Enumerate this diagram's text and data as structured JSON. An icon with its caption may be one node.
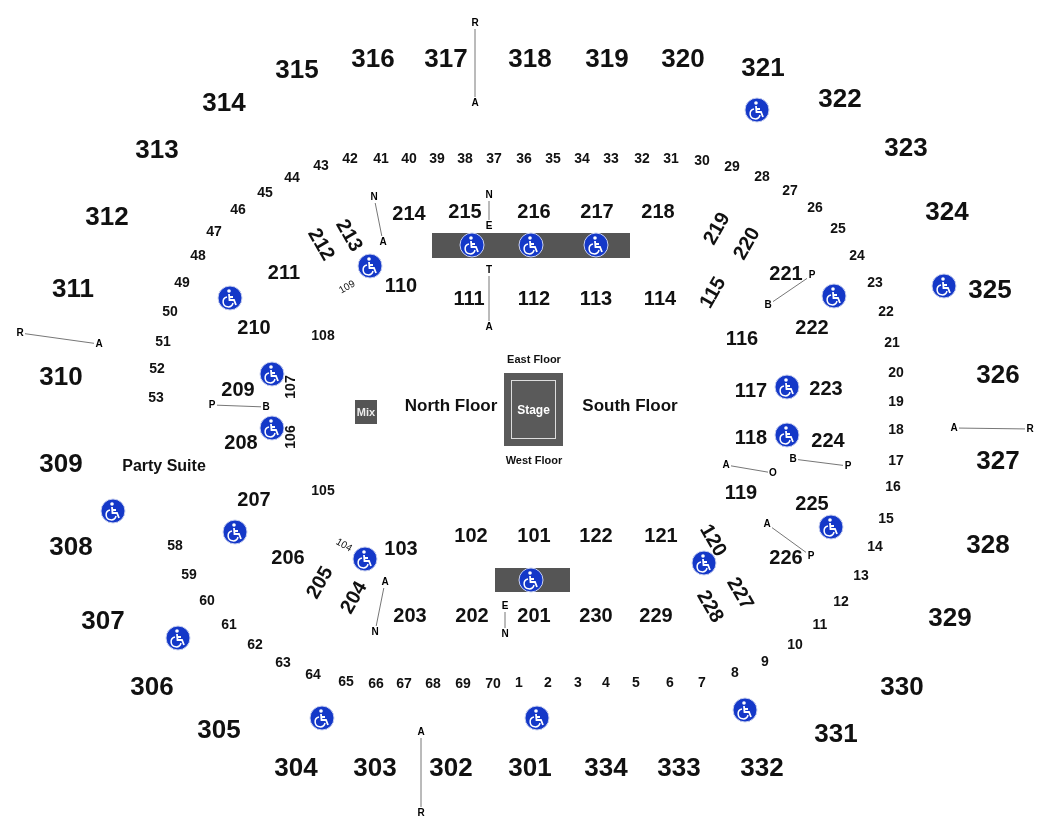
{
  "diagram": {
    "nodes": [
      {
        "text": [
          "R"
        ]
      },
      {
        "text": [
          "A"
        ]
      },
      {
        "text": [
          "N"
        ]
      },
      {
        "text": [
          "A"
        ]
      },
      {
        "text": [
          "N"
        ]
      },
      {
        "text": [
          "E"
        ]
      },
      {
        "text": [
          "T"
        ]
      },
      {
        "text": [
          "A"
        ]
      },
      {
        "text": [
          "R"
        ]
      },
      {
        "text": [
          "A"
        ]
      },
      {
        "text": [
          "P"
        ]
      },
      {
        "text": [
          "B"
        ]
      },
      {
        "text": [
          "P"
        ]
      },
      {
        "text": [
          "B"
        ]
      },
      {
        "text": [
          "A"
        ]
      },
      {
        "text": [
          "R"
        ]
      },
      {
        "text": [
          "A"
        ]
      },
      {
        "text": [
          "O"
        ]
      },
      {
        "text": [
          "B"
        ]
      },
      {
        "text": [
          "P"
        ]
      },
      {
        "text": [
          "A"
        ]
      },
      {
        "text": [
          "P"
        ]
      },
      {
        "text": [
          "A"
        ]
      },
      {
        "text": [
          "N"
        ]
      },
      {
        "text": [
          "E"
        ]
      },
      {
        "text": [
          "N"
        ]
      },
      {
        "text": [
          "A"
        ]
      },
      {
        "text": [
          "R"
        ]
      },
      {
        "text": [
          "Mix"
        ]
      },
      {
        "text": [
          "Stage"
        ]
      }
    ],
    "edges": [
      {
        "from": 0,
        "to": 1,
        "arrow": "none"
      },
      {
        "from": 2,
        "to": 3,
        "arrow": "none"
      },
      {
        "from": 4,
        "to": 5,
        "arrow": "none"
      },
      {
        "from": 6,
        "to": 7,
        "arrow": "none"
      },
      {
        "from": 8,
        "to": 9,
        "arrow": "none"
      },
      {
        "from": 10,
        "to": 11,
        "arrow": "none"
      },
      {
        "from": 12,
        "to": 13,
        "arrow": "none"
      },
      {
        "from": 14,
        "to": 15,
        "arrow": "none"
      },
      {
        "from": 16,
        "to": 17,
        "arrow": "none"
      },
      {
        "from": 18,
        "to": 19,
        "arrow": "none"
      },
      {
        "from": 20,
        "to": 21,
        "arrow": "none"
      },
      {
        "from": 22,
        "to": 23,
        "arrow": "none"
      },
      {
        "from": 24,
        "to": 25,
        "arrow": "none"
      },
      {
        "from": 26,
        "to": 27,
        "arrow": "none"
      }
    ],
    "labels": [
      "315",
      "316",
      "317",
      "318",
      "319",
      "320",
      "321",
      "314",
      "322",
      "313",
      "323",
      "312",
      "324",
      "311",
      "325",
      "310",
      "326",
      "309",
      "327",
      "308",
      "328",
      "307",
      "329",
      "306",
      "330",
      "305",
      "331",
      "304",
      "303",
      "302",
      "301",
      "334",
      "333",
      "332",
      "43",
      "42",
      "41",
      "40",
      "39",
      "38",
      "37",
      "36",
      "35",
      "34",
      "33",
      "32",
      "31",
      "30",
      "64",
      "65",
      "66",
      "67",
      "68",
      "69",
      "70",
      "1",
      "2",
      "3",
      "4",
      "5",
      "6",
      "7",
      "8",
      "29",
      "28",
      "27",
      "26",
      "25",
      "24",
      "23",
      "22",
      "21",
      "20",
      "19",
      "18",
      "17",
      "16",
      "15",
      "14",
      "13",
      "12",
      "11",
      "10",
      "9",
      "44",
      "45",
      "46",
      "47",
      "48",
      "49",
      "50",
      "51",
      "52",
      "53",
      "58",
      "59",
      "60",
      "61",
      "62",
      "63",
      "214",
      "215",
      "216",
      "217",
      "218",
      "212",
      "213",
      "211",
      "219",
      "220",
      "221",
      "210",
      "222",
      "209",
      "223",
      "208",
      "224",
      "207",
      "225",
      "206",
      "205",
      "204",
      "203",
      "202",
      "201",
      "230",
      "229",
      "228",
      "227",
      "226",
      "109",
      "110",
      "111",
      "112",
      "113",
      "114",
      "115",
      "108",
      "116",
      "107",
      "106",
      "117",
      "118",
      "105",
      "119",
      "104",
      "103",
      "102",
      "101",
      "122",
      "121",
      "120",
      "North Floor",
      "South Floor",
      "East Floor",
      "West Floor",
      "Party Suite"
    ]
  }
}
